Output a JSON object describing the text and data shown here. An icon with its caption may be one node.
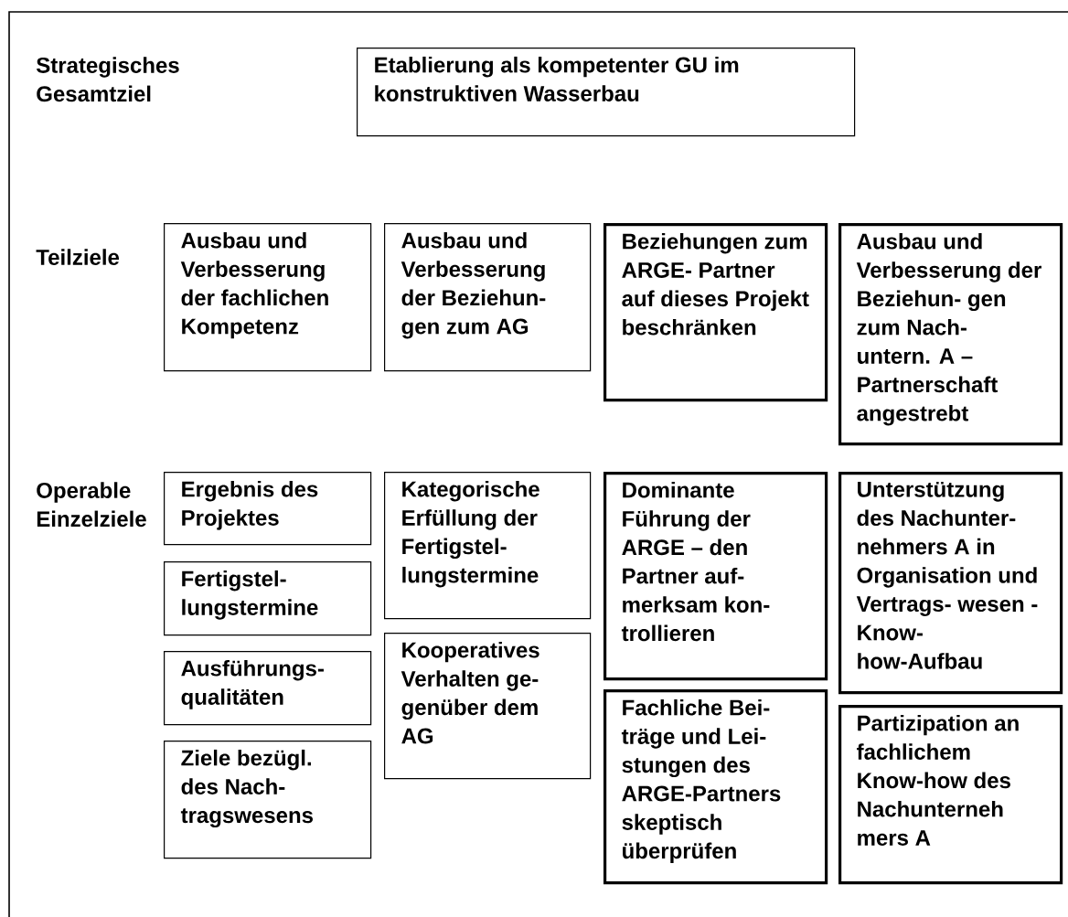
{
  "diagram": {
    "nodes": [
      {
        "text": [
          "Etablierung als kompetenter GU im konstruktiven Wasserbau"
        ]
      },
      {
        "text": [
          "Ausbau und Verbesserung der fachlichen Kompetenz"
        ]
      },
      {
        "text": [
          "Ausbau und Verbesserung der Beziehun- gen zum AG"
        ]
      },
      {
        "text": [
          "Beziehungen zum ARGE- Partner auf dieses Projekt beschränken"
        ]
      },
      {
        "text": [
          "Ausbau und Verbesserung der Beziehun- gen zum Nach- untern. A – Partnerschaft angestrebt"
        ]
      },
      {
        "text": [
          "Ergebnis des Projektes"
        ]
      },
      {
        "text": [
          "Fertigstel- lungstermine"
        ]
      },
      {
        "text": [
          "Ausführungs- qualitäten"
        ]
      },
      {
        "text": [
          "Ziele bezügl. des Nach- tragswesens"
        ]
      },
      {
        "text": [
          "Kategorische Erfüllung der Fertigstel- lungstermine"
        ]
      },
      {
        "text": [
          "Kooperatives Verhalten ge- genüber dem AG"
        ]
      },
      {
        "text": [
          "Dominante Führung der ARGE – den Partner auf- merksam kon- trollieren"
        ]
      },
      {
        "text": [
          "Fachliche Bei- träge und Lei- stungen des ARGE-Partners skeptisch überprüfen"
        ]
      },
      {
        "text": [
          "Unterstützung des Nachunter- nehmers A in Organisation und Vertrags- wesen - Know- how-Aufbau"
        ]
      },
      {
        "text": [
          "Partizipation an fachlichem Know-how des Nachunterneh mers A"
        ]
      }
    ],
    "labels": [
      "Strategisches Gesamtziel",
      "Teilziele",
      "Operable Einzelziele"
    ]
  }
}
